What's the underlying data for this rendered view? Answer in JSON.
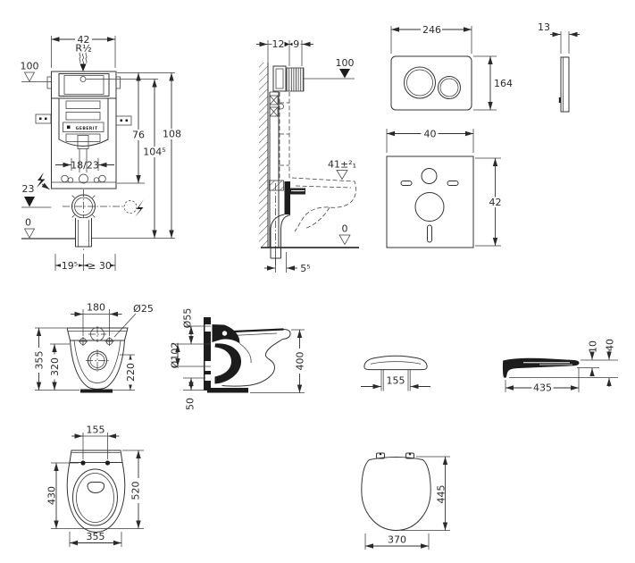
{
  "page": {
    "background": "#ffffff",
    "line_color": "#333333"
  },
  "views": {
    "cistern_front": {
      "brand": "GEBERIT",
      "dims": {
        "width": "42",
        "thread": "R½",
        "supply_height": "100",
        "h76": "76",
        "h108": "108",
        "h1045": "104⁵",
        "inlet_range": "18/23",
        "level23": "23",
        "level0": "0",
        "d195": "19⁵",
        "dmin": "≥ 30"
      }
    },
    "cistern_side": {
      "dims": {
        "d12": "12",
        "d9": "9",
        "supply_height": "100",
        "bowl_top": "41±²₁",
        "level0": "0",
        "d55": "5⁵"
      }
    },
    "flush_plate": {
      "dims": {
        "width": "246",
        "height": "164",
        "thickness": "13"
      }
    },
    "insulation_mat": {
      "dims": {
        "width": "40",
        "height": "42"
      }
    },
    "toilet_front": {
      "dims": {
        "bolt_spacing": "180",
        "bolt_dia": "Ø25",
        "h_total": "355",
        "h_rim": "320",
        "h_outlet": "220"
      }
    },
    "toilet_side": {
      "dims": {
        "inlet_dia": "Ø55",
        "outlet_dia": "Ø102",
        "depth": "400",
        "d50": "50"
      }
    },
    "seat_hinge": {
      "dims": {
        "spacing": "155"
      }
    },
    "lid_side": {
      "dims": {
        "length": "435",
        "thickness": "10",
        "height": "40"
      }
    },
    "toilet_top": {
      "dims": {
        "bolt_spacing": "155",
        "inner_length": "430",
        "length": "520",
        "width": "355"
      }
    },
    "seat_top": {
      "dims": {
        "width": "370",
        "length": "445"
      }
    }
  }
}
